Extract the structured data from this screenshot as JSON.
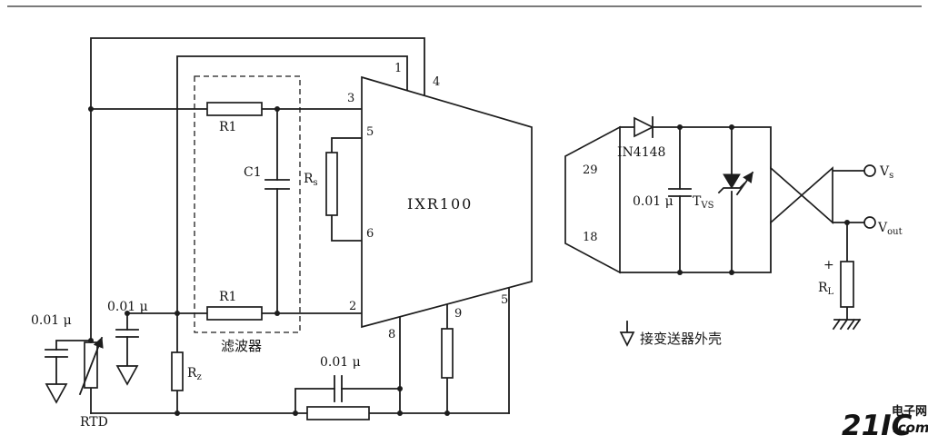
{
  "ic": {
    "name": "IXR100",
    "pin1": "1",
    "pin2": "2",
    "pin3": "3",
    "pin4": "4",
    "pin5_top": "5",
    "pin6": "6",
    "pin8": "8",
    "pin9": "9",
    "pin5_bottom": "5"
  },
  "connector": {
    "pin29": "29",
    "pin18": "18"
  },
  "filter": {
    "title": "滤波器",
    "r1_top": "R1",
    "r1_bottom": "R1",
    "c1": "C1"
  },
  "parts": {
    "rs": {
      "main": "R",
      "sub": "s"
    },
    "rz": {
      "main": "R",
      "sub": "z"
    },
    "rl": {
      "main": "R",
      "sub": "L"
    },
    "tvs": {
      "main": "T",
      "sub": "VS"
    },
    "vs": {
      "main": "V",
      "sub": "s"
    },
    "vout": {
      "main": "V",
      "sub": "out"
    },
    "rtd": "RTD",
    "diode": "IN4148",
    "plus": "+",
    "cap_left": "0.01 μ",
    "cap_mid": "0.01 μ",
    "cap_bottom": "0.01 μ",
    "cap_right": "0.01 μ"
  },
  "notes": {
    "case": "接变送器外壳"
  },
  "watermark": {
    "brand": "21IC",
    "cn": "电子网",
    "com": ".com",
    "color": "#d7261f"
  }
}
